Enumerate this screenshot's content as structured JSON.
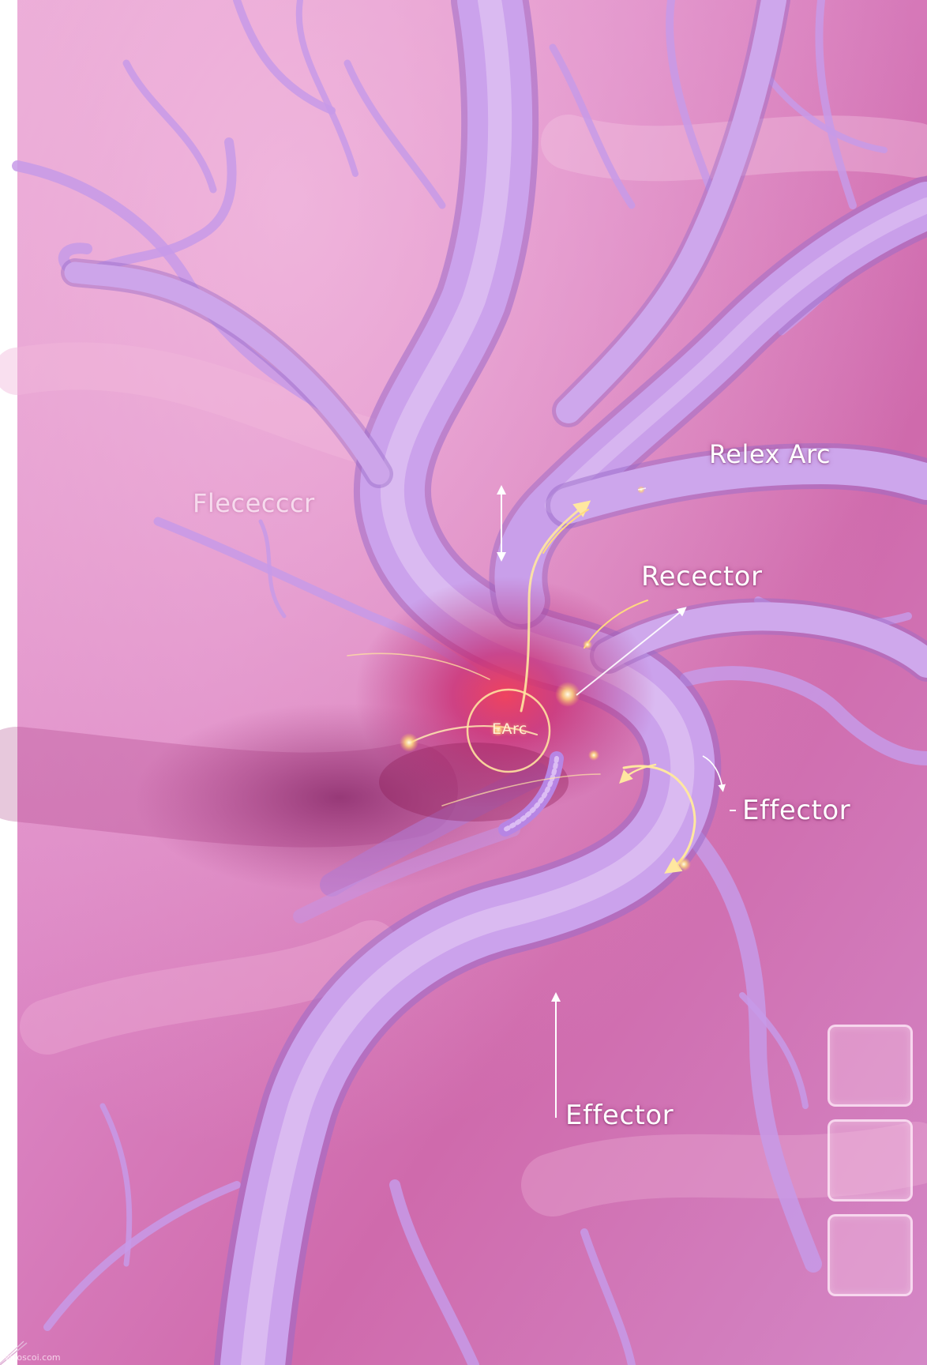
{
  "labels": {
    "reflex_arc": "Relex Arc",
    "receptor_left": "Flececccr",
    "receptor_right": "Recector",
    "effector_right": "Effector",
    "effector_bottom": "Effector",
    "center": "EArc"
  },
  "watermark": "w.foscoi.com",
  "side_panel": {
    "box_count": 3
  },
  "colors": {
    "tissue_pink": "#d678b4",
    "nerve_lavender": "#cfa2ea",
    "glow_gold": "#ffd980",
    "core_magenta": "#b0205a",
    "frame_white": "#ffffff"
  }
}
